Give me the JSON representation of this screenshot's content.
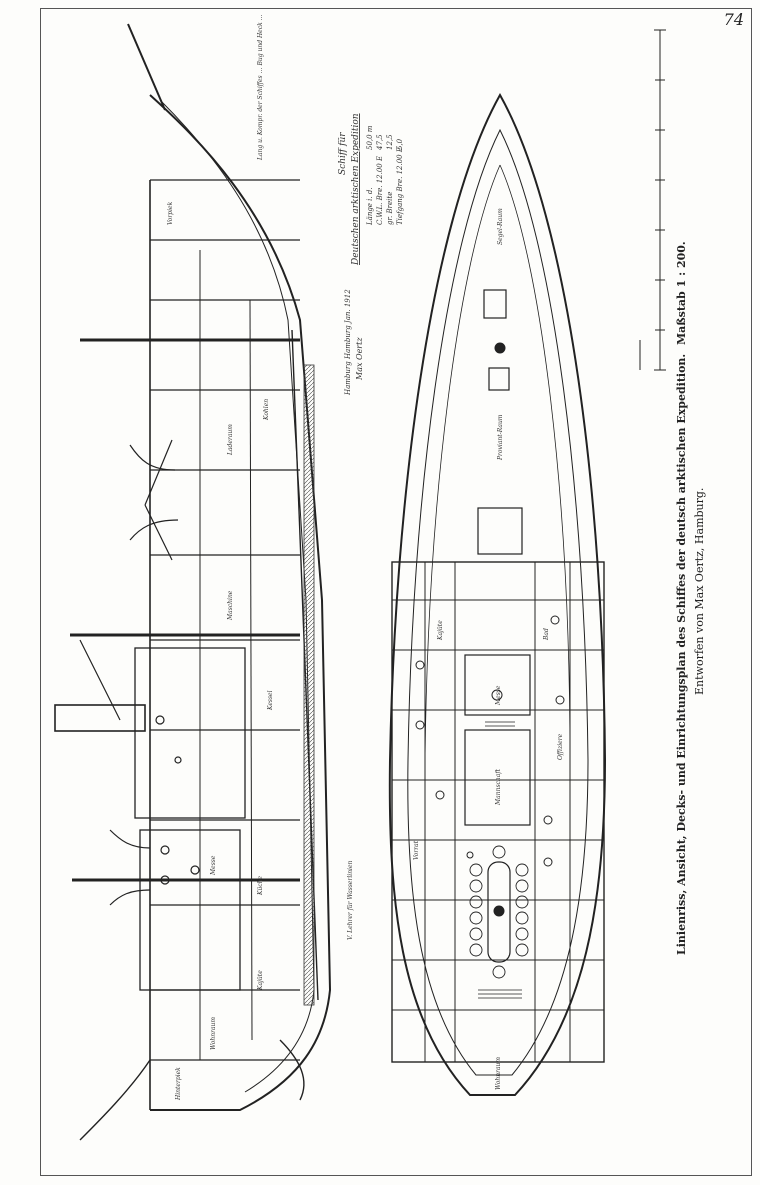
{
  "plate_number": "74",
  "caption": {
    "line1": "Linienriss, Ansicht, Decks- und Einrichtungsplan des Schiffes der deutsch arktischen Expedition.",
    "scale": "Maßstab 1 : 200.",
    "line2": "Entworfen von Max Oertz, Hamburg."
  },
  "plan_title": {
    "ship": "Schiff für",
    "expedition": "Deutschen arktischen Expedition"
  },
  "specs": [
    {
      "label": "Länge i. d.",
      "value": "50,0 m"
    },
    {
      "label": "C.W.L. Bre. 12.00 E",
      "value": "47,5"
    },
    {
      "label": "gr. Breite",
      "value": "12,5"
    },
    {
      "label": "Tiefgang Bre. 12.00 E",
      "value": "5,0"
    }
  ],
  "signature": {
    "place_date": "Hamburg Hamburg Jan. 1912",
    "name": "Max Oertz"
  },
  "note_top": "Lang u. Kompr. der Schiffes … Bug und Heck …",
  "note_bottom": "V. Lehrer für Wasserlinien",
  "side_labels": [
    "Vorpiek",
    "Laderaum",
    "Maschine",
    "Kessel",
    "Kohlen",
    "Küche",
    "Messe",
    "Wohnraum",
    "Kajüte",
    "Hinterpiek"
  ],
  "deck_labels": [
    "Segel-Raum",
    "Proviant-Raum",
    "Mannschaft",
    "Messe",
    "Kajüte",
    "Offiziere",
    "Bad",
    "Vorrat",
    "Wohnraum"
  ]
}
